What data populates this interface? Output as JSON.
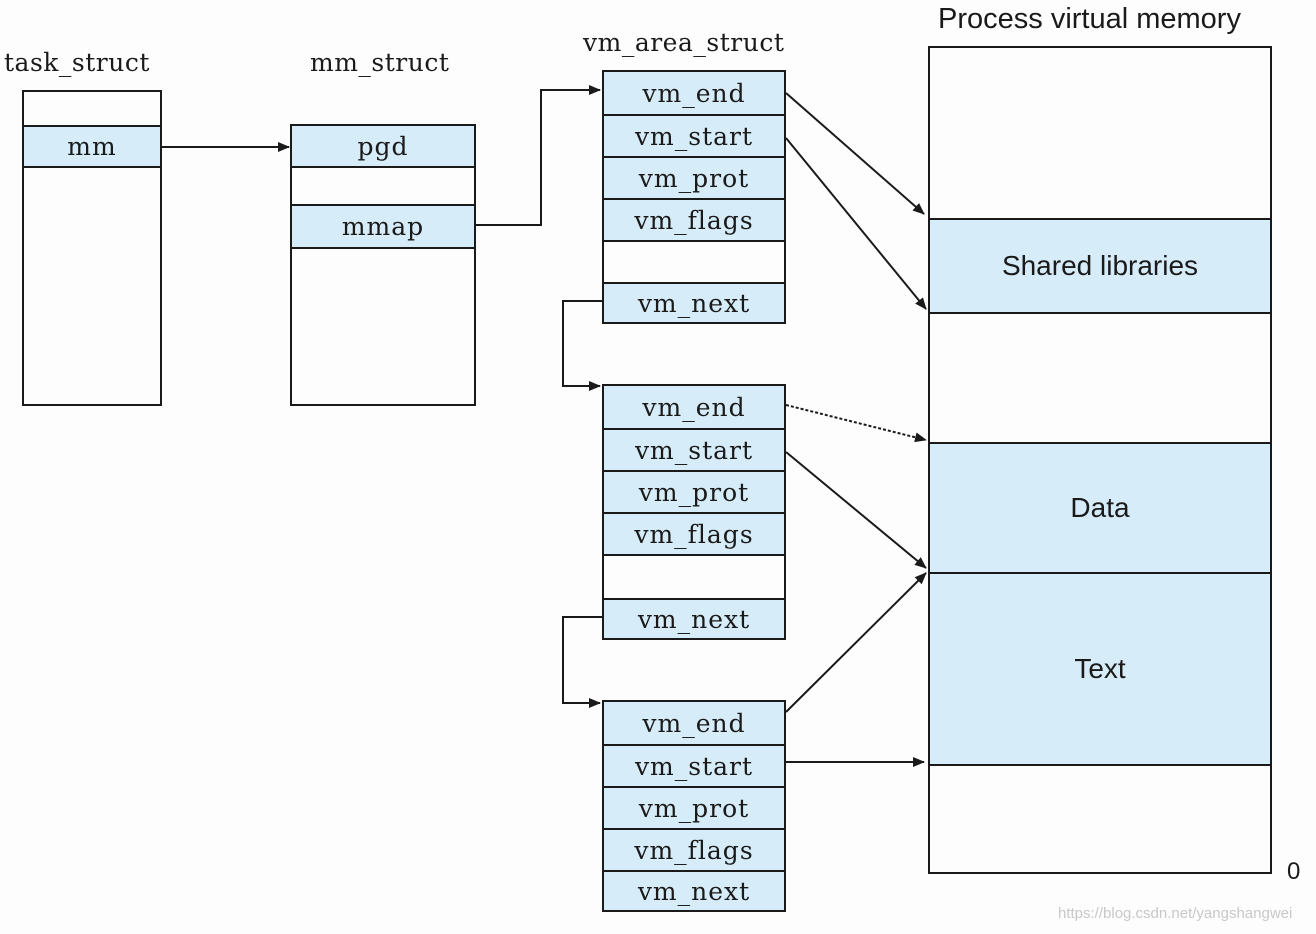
{
  "labels": {
    "task_struct": "task_struct",
    "mm_struct": "mm_struct",
    "vm_area_struct": "vm_area_struct",
    "process_vm": "Process virtual memory",
    "zero": "0"
  },
  "task_struct": {
    "mm": "mm"
  },
  "mm_struct": {
    "pgd": "pgd",
    "mmap": "mmap"
  },
  "vm_area_1": {
    "vm_end": "vm_end",
    "vm_start": "vm_start",
    "vm_prot": "vm_prot",
    "vm_flags": "vm_flags",
    "vm_next": "vm_next"
  },
  "vm_area_2": {
    "vm_end": "vm_end",
    "vm_start": "vm_start",
    "vm_prot": "vm_prot",
    "vm_flags": "vm_flags",
    "vm_next": "vm_next"
  },
  "vm_area_3": {
    "vm_end": "vm_end",
    "vm_start": "vm_start",
    "vm_prot": "vm_prot",
    "vm_flags": "vm_flags",
    "vm_next": "vm_next"
  },
  "memory": {
    "shared_libraries": "Shared libraries",
    "data": "Data",
    "text": "Text"
  },
  "watermark": "https://blog.csdn.net/yangshangwei",
  "colors": {
    "fill": "#d6ecf8",
    "line": "#1a1a1a"
  }
}
